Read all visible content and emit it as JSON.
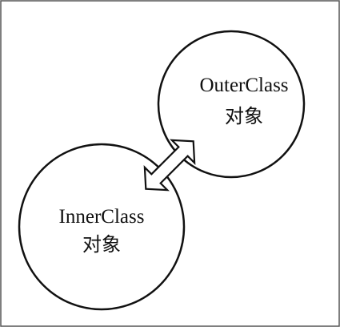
{
  "diagram": {
    "nodes": [
      {
        "id": "outer",
        "name": "OuterClass",
        "subtitle": "对象"
      },
      {
        "id": "inner",
        "name": "InnerClass",
        "subtitle": "对象"
      }
    ],
    "connector": {
      "type": "double-arrow",
      "from": "inner",
      "to": "outer"
    },
    "colors": {
      "stroke": "#111111",
      "fill": "#ffffff",
      "border": "#555555"
    }
  }
}
